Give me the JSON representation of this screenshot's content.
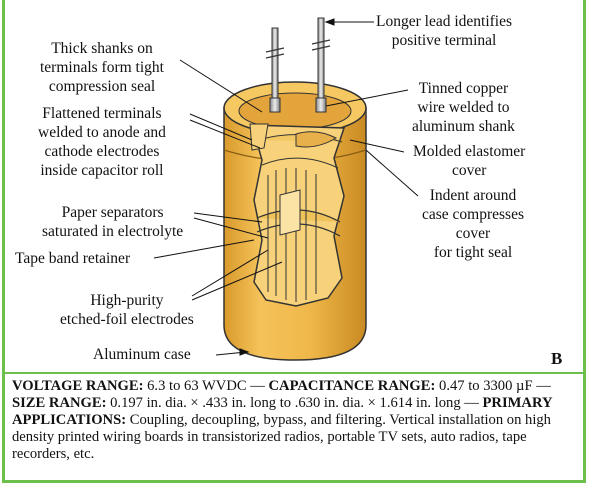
{
  "labels": {
    "longer_lead": [
      "Longer lead identifies",
      "positive terminal"
    ],
    "thick_shanks": [
      "Thick shanks on",
      "terminals form tight",
      "compression seal"
    ],
    "tinned_copper": [
      "Tinned copper",
      "wire welded to",
      "aluminum shank"
    ],
    "flattened": [
      "Flattened terminals",
      "welded to anode and",
      "cathode electrodes",
      "inside capacitor roll"
    ],
    "molded": [
      "Molded elastomer",
      "cover"
    ],
    "indent": [
      "Indent around",
      "case compresses",
      "cover",
      "for tight seal"
    ],
    "paper": [
      "Paper separators",
      "saturated in electrolyte"
    ],
    "tape": "Tape band retainer",
    "foil": [
      "High-purity",
      "etched-foil electrodes"
    ],
    "case": "Aluminum case"
  },
  "panel_letter": "B",
  "spec": {
    "voltage_label": "VOLTAGE RANGE:",
    "voltage_value": " 6.3 to 63 WVDC — ",
    "capacitance_label": "CAPACITANCE RANGE:",
    "capacitance_value": " 0.47 to 3300 µF — ",
    "size_label": "SIZE RANGE:",
    "size_value": " 0.197 in. dia. × .433 in. long to .630 in. dia. × 1.614 in. long — ",
    "applications_label": "PRIMARY APPLICATIONS:",
    "applications_value": " Coupling, decoupling, bypass, and filtering. Vertical installation on high density printed wiring boards in transistorized radios, portable TV sets, auto radios, tape recorders, etc."
  },
  "colors": {
    "border": "#6cbf4a",
    "case": "#f0b84a",
    "case_shadow": "#d99a2a",
    "wire": "#c9c9c9"
  }
}
